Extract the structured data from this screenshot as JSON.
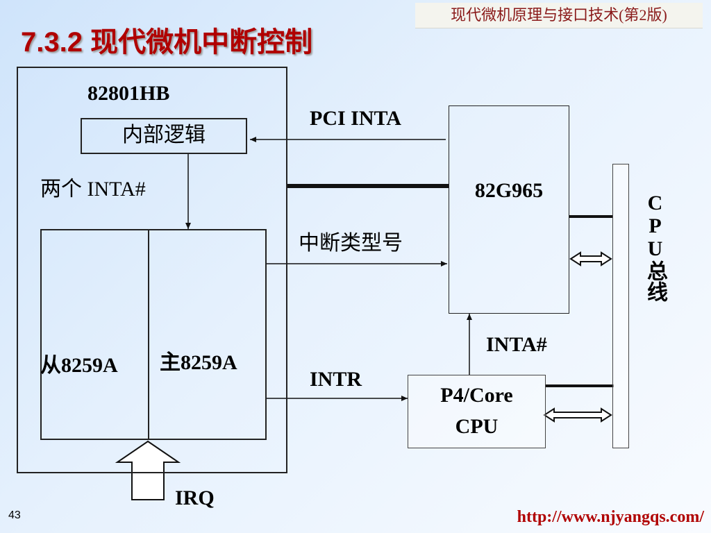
{
  "header": {
    "book_title": "现代微机原理与接口技术(第2版)",
    "slide_title": "7.3.2 现代微机中断控制"
  },
  "diagram": {
    "chip_82801": "82801HB",
    "internal_logic": "内部逻辑",
    "two_inta": "两个 INTA#",
    "slave_8259": "从8259A",
    "master_8259": "主8259A",
    "irq": "IRQ",
    "pci_inta": "PCI INTA",
    "vector_number": "中断类型号",
    "intr": "INTR",
    "chip_82g965": "82G965",
    "inta": "INTA#",
    "cpu_line1": "P4/Core",
    "cpu_line2": "CPU",
    "cpu_bus": "CPU总线"
  },
  "footer": {
    "page_number": "43",
    "url": "http://www.njyangqs.com/"
  }
}
